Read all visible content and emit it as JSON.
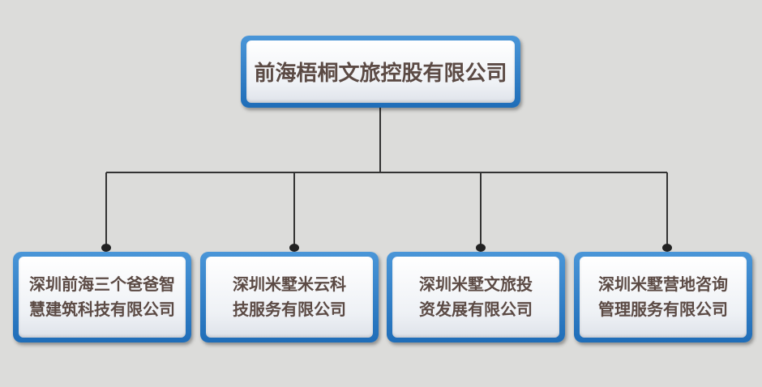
{
  "diagram": {
    "root": {
      "label": "前海梧桐文旅控股有限公司"
    },
    "children": [
      {
        "lines": [
          "深圳前海三个爸爸智",
          "慧建筑科技有限公司"
        ]
      },
      {
        "lines": [
          "深圳米墅米云科",
          "技服务有限公司"
        ]
      },
      {
        "lines": [
          "深圳米墅文旅投",
          "资发展有限公司"
        ]
      },
      {
        "lines": [
          "深圳米墅营地咨询",
          "管理服务有限公司"
        ]
      }
    ],
    "colors": {
      "background": "#dcdcda",
      "node_border": "#2a7cc7",
      "node_fill": "#f4f6f9",
      "text": "#5b4a44",
      "connector": "#333333"
    }
  }
}
